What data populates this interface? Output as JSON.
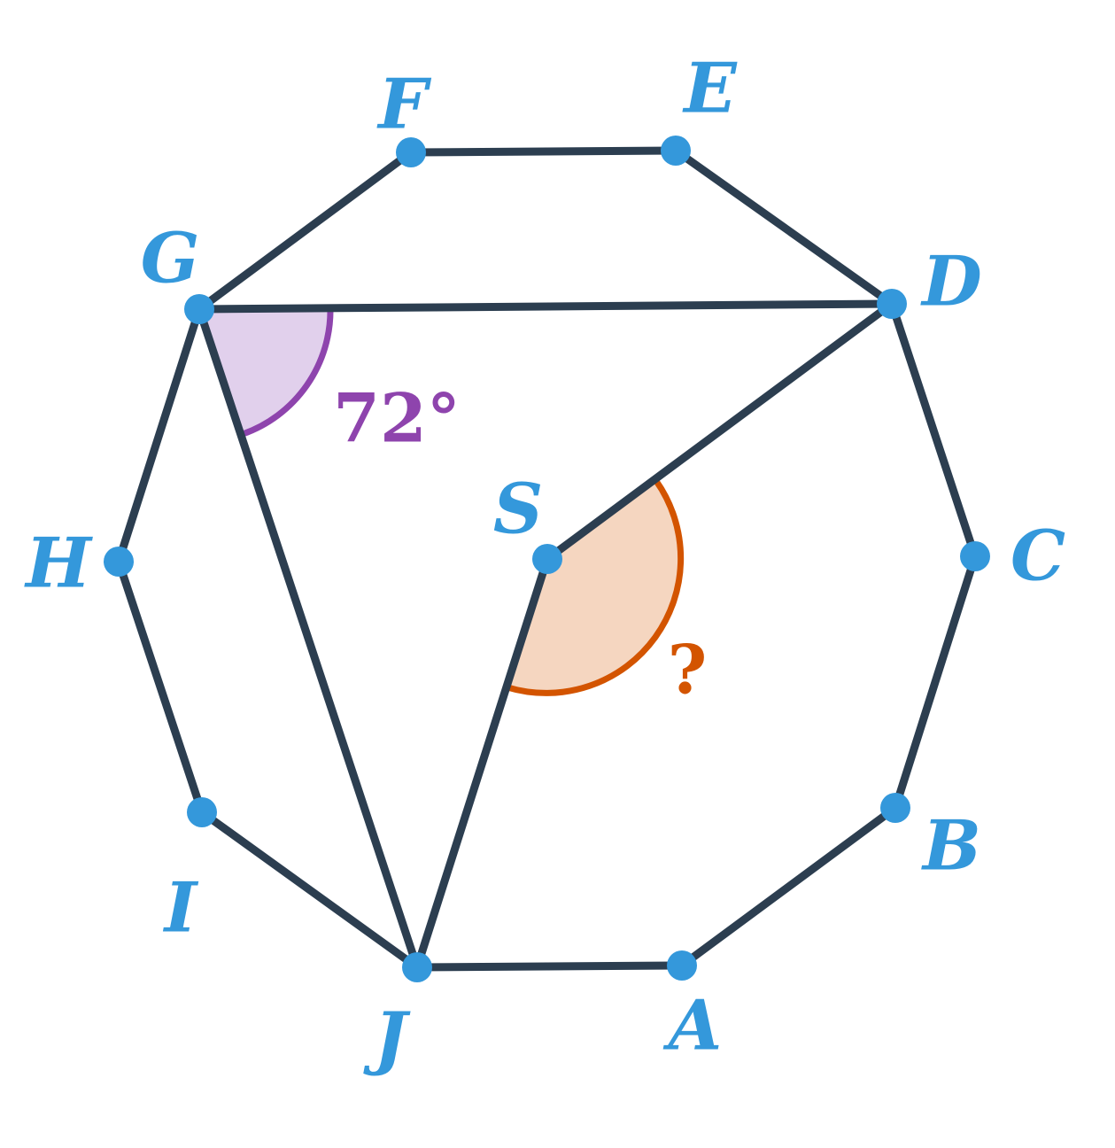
{
  "vertices": {
    "A": "A",
    "B": "B",
    "C": "C",
    "D": "D",
    "E": "E",
    "F": "F",
    "G": "G",
    "H": "H",
    "I": "I",
    "J": "J",
    "S": "S"
  },
  "angles": {
    "known": {
      "label": "72°",
      "color": "#8e44ad",
      "fill": "#e1d0ec"
    },
    "unknown": {
      "label": "?",
      "color": "#d35400",
      "fill": "#f5d6c0"
    }
  },
  "colors": {
    "edge": "#2c3e50",
    "vertex": "#3498db"
  }
}
